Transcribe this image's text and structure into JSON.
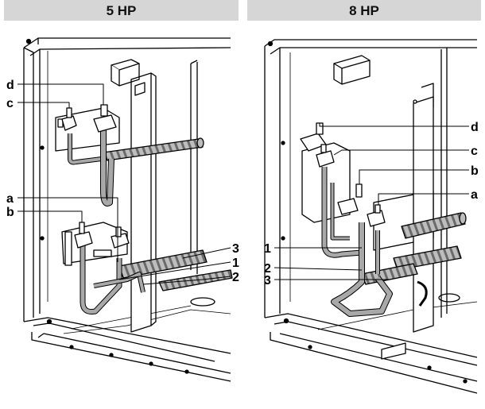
{
  "panels": [
    {
      "header": "5 HP",
      "labels": {
        "a": "a",
        "b": "b",
        "c": "c",
        "d": "d",
        "n1": "1",
        "n2": "2",
        "n3": "3"
      }
    },
    {
      "header": "8 HP",
      "labels": {
        "a": "a",
        "b": "b",
        "c": "c",
        "d": "d",
        "n1": "1",
        "n2": "2",
        "n3": "3"
      }
    }
  ],
  "colors": {
    "header_bg": "#d6d6d6",
    "pipe_gray": "#a8a8a8",
    "stripe_dark": "#6a6a6a",
    "line": "#000000"
  }
}
